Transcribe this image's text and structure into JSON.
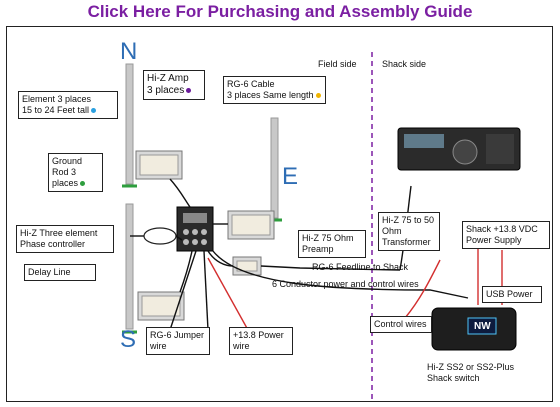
{
  "header": {
    "link_text": "Click Here For Purchasing and Assembly Guide",
    "color": "#7b1fa2"
  },
  "compass": {
    "north": "N",
    "east": "E",
    "south": "S",
    "color": "#2e6db4"
  },
  "sections": {
    "field": "Field side",
    "shack": "Shack side"
  },
  "labels": {
    "element": [
      "Element 3 places",
      "15 to 24 Feet tall"
    ],
    "ground_rod": [
      "Ground",
      "Rod  3",
      "places"
    ],
    "hiz_amp": [
      "Hi-Z Amp",
      "3 places"
    ],
    "rg6_cable": [
      "RG-6 Cable",
      "3 places Same length"
    ],
    "phase_controller": [
      "Hi-Z Three element",
      "Phase controller"
    ],
    "delay_line": "Delay Line",
    "preamp": [
      "Hi-Z 75 Ohm",
      "Preamp"
    ],
    "transformer": [
      "Hi-Z 75 to 50",
      "Ohm",
      "Transformer"
    ],
    "power_supply": [
      "Shack +13.8 VDC",
      "Power Supply"
    ],
    "feedline": "RG-6 Feedline to Shack",
    "control_wires_run": "6 Conductor power and control wires",
    "usb_power": "USB Power",
    "control_wires": "Control wires",
    "rg6_jumper": [
      "RG-6 Jumper",
      "wire"
    ],
    "power_wire": [
      "+13.8 Power",
      "wire"
    ],
    "shack_switch": [
      "Hi-Z SS2 or SS2-Plus",
      "Shack switch"
    ],
    "switch_display": "NW"
  },
  "dot_colors": {
    "blue": "#2aa0e0",
    "purple": "#6a1b9a",
    "yellow": "#f0b400",
    "green": "#2e9e3e"
  }
}
